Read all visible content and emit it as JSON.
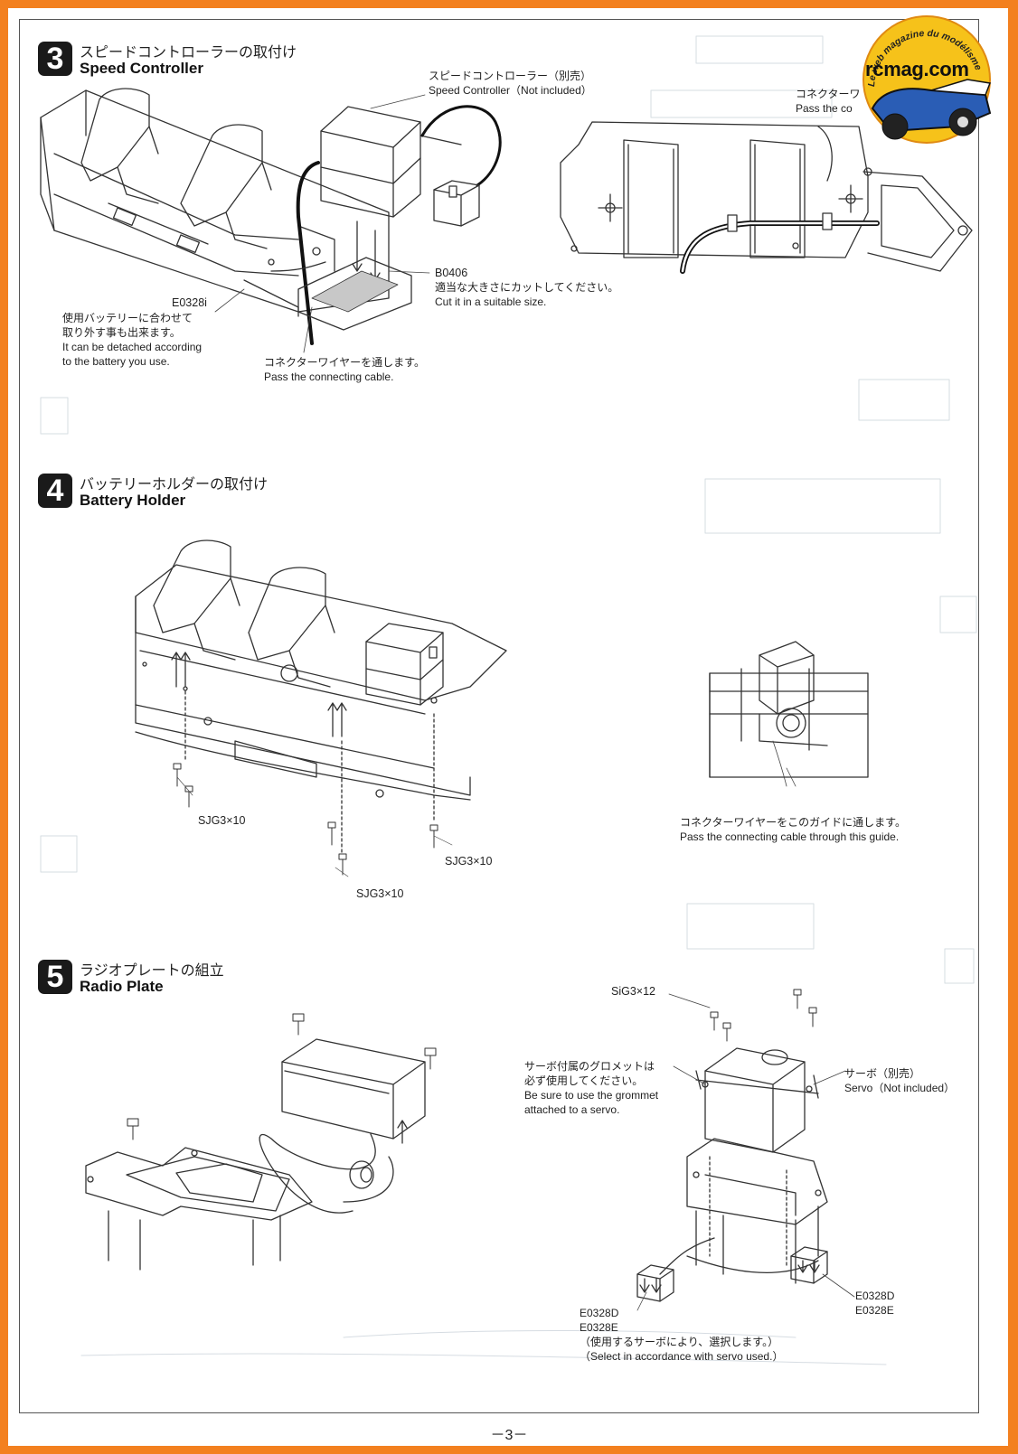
{
  "steps": [
    {
      "number": "3",
      "title_jp": "スピードコントローラーの取付け",
      "title_en": "Speed Controller"
    },
    {
      "number": "4",
      "title_jp": "バッテリーホルダーの取付け",
      "title_en": "Battery Holder"
    },
    {
      "number": "5",
      "title_jp": "ラジオプレートの組立",
      "title_en": "Radio Plate"
    }
  ],
  "step3": {
    "speed_controller": {
      "jp": "スピードコントローラー（別売）",
      "en": "Speed Controller（Not included）"
    },
    "pass_cable_right": {
      "jp": "コネクターワ",
      "en": "Pass the co"
    },
    "part_e0328i": "E0328i",
    "detach": {
      "jp1": "使用バッテリーに合わせて",
      "jp2": "取り外す事も出来ます。",
      "en1": "It can be detached according",
      "en2": "to the battery you use."
    },
    "part_b0406": "B0406",
    "cut": {
      "jp": "適当な大きさにカットしてください。",
      "en": "Cut it in a suitable size."
    },
    "pass_cable": {
      "jp": "コネクターワイヤーを通します。",
      "en": "Pass the connecting cable."
    }
  },
  "step4": {
    "screws": [
      "SJG3×10",
      "SJG3×10",
      "SJG3×10"
    ],
    "guide": {
      "jp": "コネクターワイヤーをこのガイドに通します。",
      "en": "Pass the connecting cable through this guide."
    }
  },
  "step5": {
    "screw": "SiG3×12",
    "grommet": {
      "jp1": "サーボ付属のグロメットは",
      "jp2": "必ず使用してください。",
      "en1": "Be sure to use the grommet",
      "en2": "attached to a servo."
    },
    "servo": {
      "jp": "サーボ（別売）",
      "en": "Servo（Not included）"
    },
    "mount_left": [
      "E0328D",
      "E0328E"
    ],
    "mount_right": [
      "E0328D",
      "E0328E"
    ],
    "select": {
      "jp": "（使用するサーボにより、選択します。）",
      "en": "（Select in accordance with servo used.）"
    }
  },
  "logo": {
    "tagline": "Le web magazine du modélisme",
    "name": "rcmag.com"
  },
  "page_number": "－3－",
  "colors": {
    "border": "#f3801f",
    "ink": "#222222",
    "badge": "#1a1a1a"
  }
}
